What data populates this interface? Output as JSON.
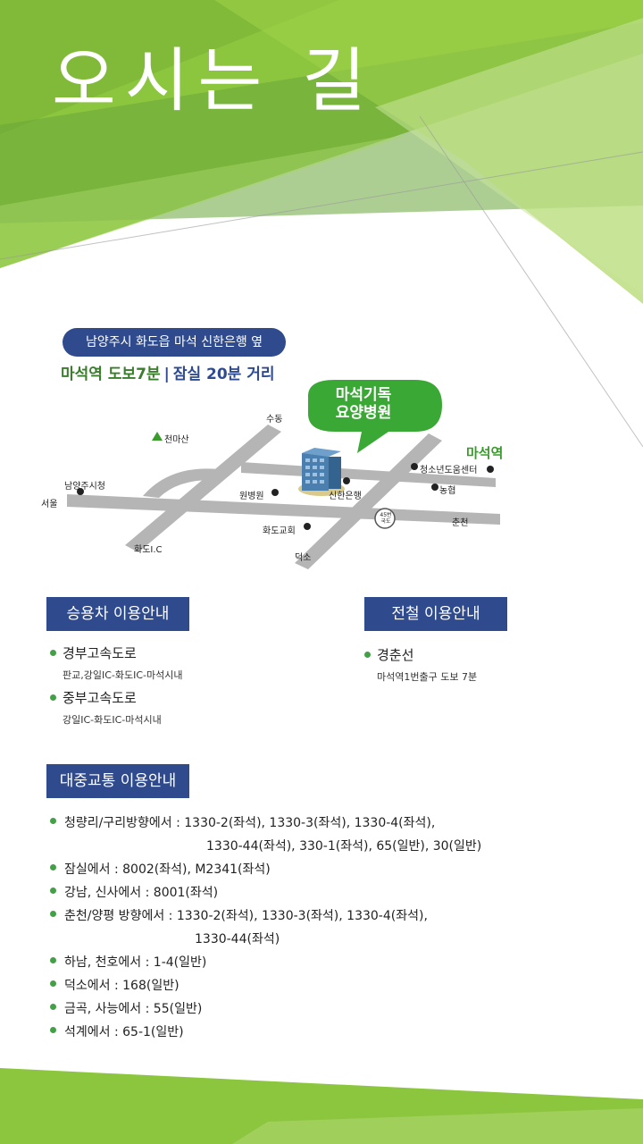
{
  "title": "오시는 길",
  "map": {
    "address": "남양주시 화도읍 마석 신한은행 옆",
    "distance_walk": "마석역 도보7분",
    "distance_sep": "|",
    "distance_drive": "잠실 20분 거리",
    "bubble_line1": "마석기독",
    "bubble_line2": "요양병원",
    "labels": {
      "sudong": "수동",
      "cheonmasan": "천마산",
      "city_hall": "남양주시청",
      "seoul": "서울",
      "wonbyeongwon": "원병원",
      "shinhan": "신한은행",
      "youth_center": "청소년도움센터",
      "nonghyup": "농협",
      "station": "마석역",
      "route": "45번국도",
      "chuncheon": "춘천",
      "church": "화도교회",
      "hwado_ic": "화도I.C",
      "deokso": "덕소"
    }
  },
  "car": {
    "header": "승용차 이용안내",
    "items": [
      {
        "title": "경부고속도로",
        "sub": "판교,강일IC-화도IC-마석시내"
      },
      {
        "title": "중부고속도로",
        "sub": "강일IC-화도IC-마석시내"
      }
    ]
  },
  "rail": {
    "header": "전철 이용안내",
    "items": [
      {
        "title": "경춘선",
        "sub": "마석역1번출구 도보 7분"
      }
    ]
  },
  "transit": {
    "header": "대중교통 이용안내",
    "lines": [
      "청량리/구리방향에서 : 1330-2(좌석), 1330-3(좌석), 1330-4(좌석),",
      "1330-44(좌석), 330-1(좌석), 65(일반), 30(일반)",
      "잠실에서 : 8002(좌석), M2341(좌석)",
      "강남, 신사에서 : 8001(좌석)",
      "춘천/양평 방향에서 : 1330-2(좌석), 1330-3(좌석), 1330-4(좌석),",
      "1330-44(좌석)",
      "하남, 천호에서 : 1-4(일반)",
      "덕소에서 : 168(일반)",
      "금곡, 사능에서 : 55(일반)",
      "석계에서 : 65-1(일반)"
    ]
  },
  "colors": {
    "accent_green": "#8cc63f",
    "dark_green": "#5a9e2f",
    "header_blue": "#2f4b8e",
    "bullet_green": "#43a047"
  }
}
